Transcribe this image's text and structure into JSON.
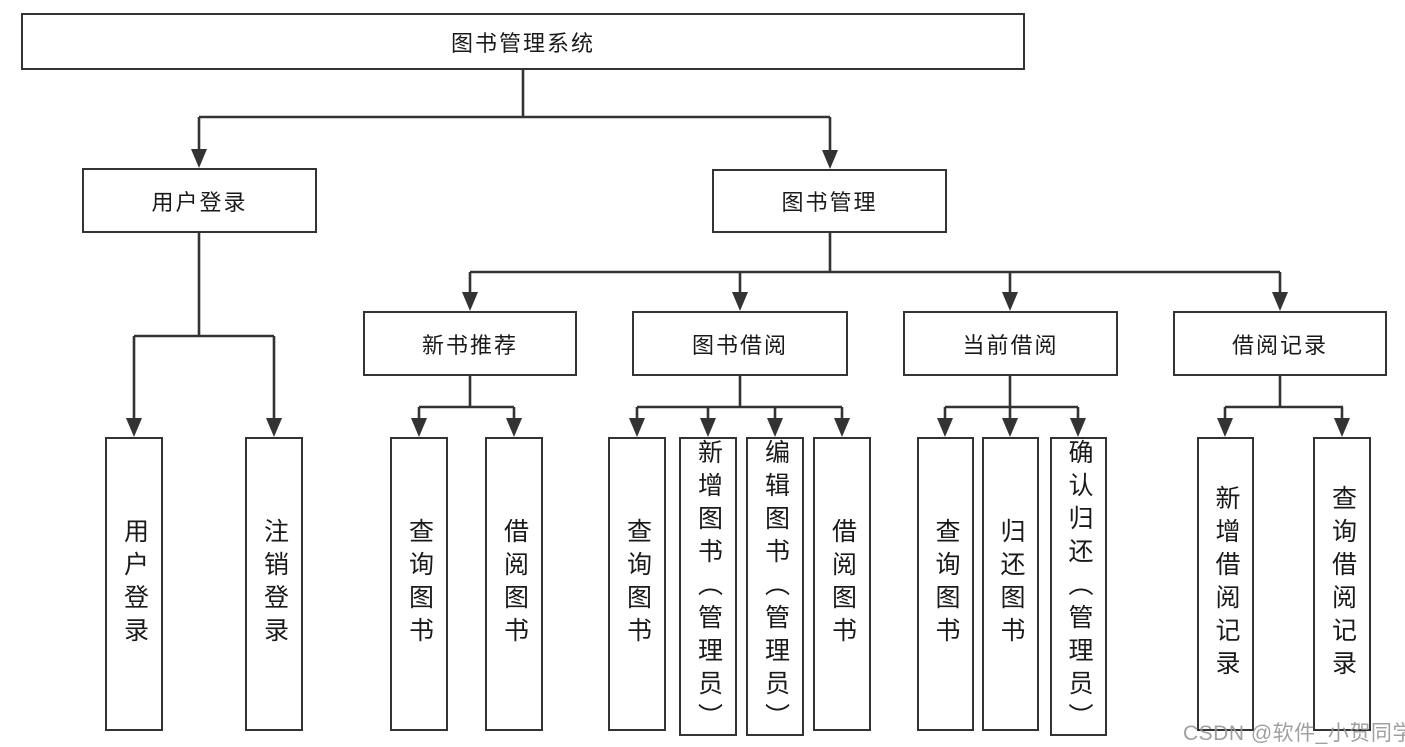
{
  "diagram": {
    "root": {
      "label": "图书管理系统"
    },
    "level2": [
      {
        "label": "用户登录"
      },
      {
        "label": "图书管理"
      }
    ],
    "level3": [
      {
        "label": "新书推荐"
      },
      {
        "label": "图书借阅"
      },
      {
        "label": "当前借阅"
      },
      {
        "label": "借阅记录"
      }
    ],
    "leaves": {
      "user": [
        "用户登录",
        "注销登录"
      ],
      "recommend": [
        "查询图书",
        "借阅图书"
      ],
      "borrow": [
        "查询图书",
        "新增图书（管理员）",
        "编辑图书（管理员）",
        "借阅图书"
      ],
      "current": [
        "查询图书",
        "归还图书",
        "确认归还（管理员）"
      ],
      "records": [
        "新增借阅记录",
        "查询借阅记录"
      ]
    },
    "colors": {
      "line": "#333333",
      "box_border": "#333333",
      "text": "#1a1a1a",
      "background": "#ffffff",
      "watermark": "#969696"
    }
  },
  "watermark": {
    "text": "CSDN @软件_小贺同学"
  }
}
